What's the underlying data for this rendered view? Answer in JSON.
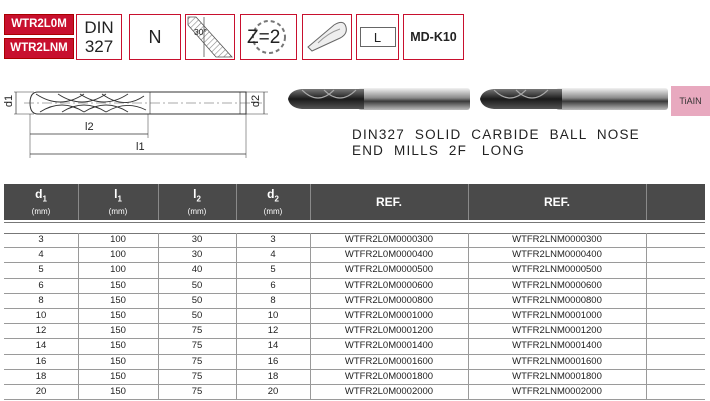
{
  "badges": {
    "code1": "WTR2L0M",
    "code2": "WTR2LNM"
  },
  "spec_boxes": {
    "din_line1": "DIN",
    "din_line2": "327",
    "material": "N",
    "helix": "30°",
    "flutes": "Z=2",
    "length": "L",
    "grade": "MD-K10"
  },
  "drawing": {
    "d1": "d1",
    "d2": "d2",
    "l1": "l1",
    "l2": "l2",
    "caption_line1": "DIN327  SOLID  CARBIDE  BALL  NOSE",
    "caption_line2": "END  MILLS  2F   LONG",
    "coating": "TiAIN"
  },
  "table": {
    "headers": [
      {
        "main": "d",
        "sub": "1",
        "unit": "(mm)"
      },
      {
        "main": "l",
        "sub": "1",
        "unit": "(mm)"
      },
      {
        "main": "l",
        "sub": "2",
        "unit": "(mm)"
      },
      {
        "main": "d",
        "sub": "2",
        "unit": "(mm)"
      },
      {
        "main": "REF.",
        "sub": "",
        "unit": ""
      },
      {
        "main": "REF.",
        "sub": "",
        "unit": ""
      },
      {
        "main": "",
        "sub": "",
        "unit": ""
      }
    ],
    "rows": [
      [
        "3",
        "100",
        "30",
        "3",
        "WTFR2L0M0000300",
        "WTFR2LNM0000300"
      ],
      [
        "4",
        "100",
        "30",
        "4",
        "WTFR2L0M0000400",
        "WTFR2LNM0000400"
      ],
      [
        "5",
        "100",
        "40",
        "5",
        "WTFR2L0M0000500",
        "WTFR2LNM0000500"
      ],
      [
        "6",
        "150",
        "50",
        "6",
        "WTFR2L0M0000600",
        "WTFR2LNM0000600"
      ],
      [
        "8",
        "150",
        "50",
        "8",
        "WTFR2L0M0000800",
        "WTFR2LNM0000800"
      ],
      [
        "10",
        "150",
        "50",
        "10",
        "WTFR2L0M0001000",
        "WTFR2LNM0001000"
      ],
      [
        "12",
        "150",
        "75",
        "12",
        "WTFR2L0M0001200",
        "WTFR2LNM0001200"
      ],
      [
        "14",
        "150",
        "75",
        "14",
        "WTFR2L0M0001400",
        "WTFR2LNM0001400"
      ],
      [
        "16",
        "150",
        "75",
        "16",
        "WTFR2L0M0001600",
        "WTFR2LNM0001600"
      ],
      [
        "18",
        "150",
        "75",
        "18",
        "WTFR2L0M0001800",
        "WTFR2LNM0001800"
      ],
      [
        "20",
        "150",
        "75",
        "20",
        "WTFR2L0M0002000",
        "WTFR2LNM0002000"
      ]
    ]
  },
  "colors": {
    "accent": "#c8102e",
    "header_bg": "#4a4a4a",
    "coating": "#e8a9bf"
  }
}
